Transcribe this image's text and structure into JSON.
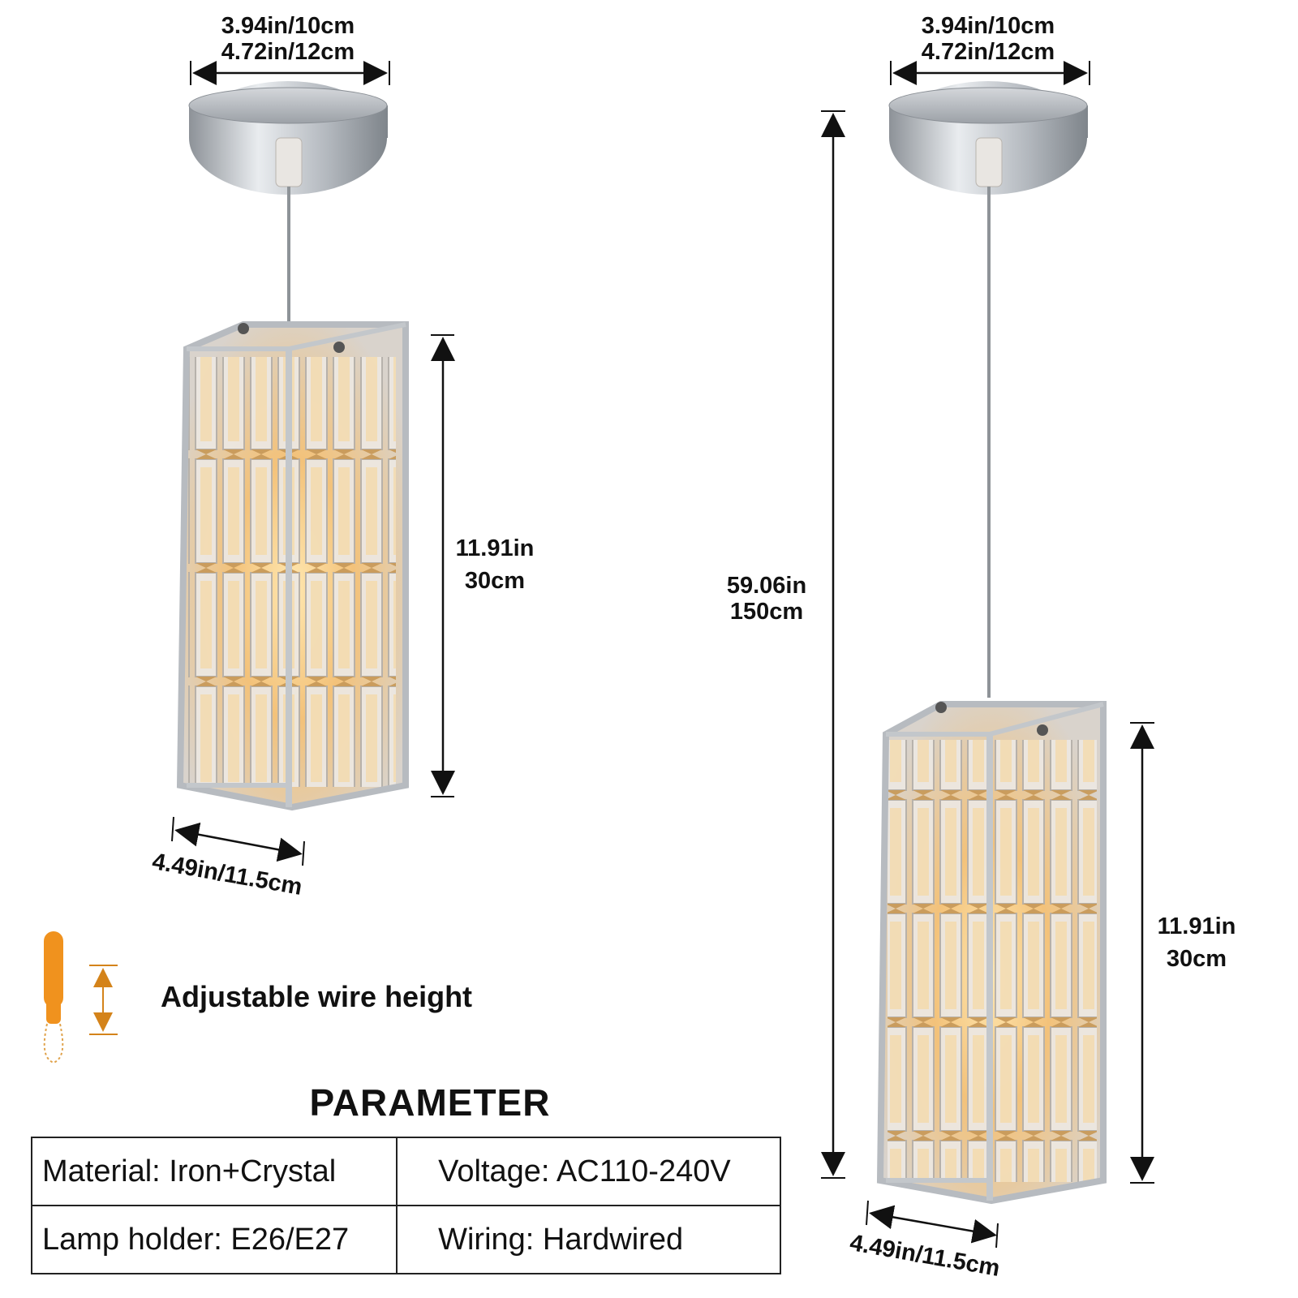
{
  "colors": {
    "accent_orange": "#f0921e",
    "chrome": "#b9bdc2",
    "crystal_glow": "#f5c878",
    "text": "#111111"
  },
  "left_lamp": {
    "canopy_dims": [
      "3.94in/10cm",
      "4.72in/12cm"
    ],
    "shade_height": [
      "11.91in",
      "30cm"
    ],
    "shade_width": "4.49in/11.5cm"
  },
  "right_lamp": {
    "canopy_dims": [
      "3.94in/10cm",
      "4.72in/12cm"
    ],
    "total_height": [
      "59.06in",
      "150cm"
    ],
    "shade_height": [
      "11.91in",
      "30cm"
    ],
    "shade_width": "4.49in/11.5cm"
  },
  "feature": {
    "icon": "wire-clip-icon",
    "label": "Adjustable wire height"
  },
  "parameter": {
    "title": "PARAMETER",
    "rows": [
      [
        "Material: Iron+Crystal",
        "Voltage: AC110-240V"
      ],
      [
        "Lamp holder: E26/E27",
        "Wiring: Hardwired"
      ]
    ]
  }
}
